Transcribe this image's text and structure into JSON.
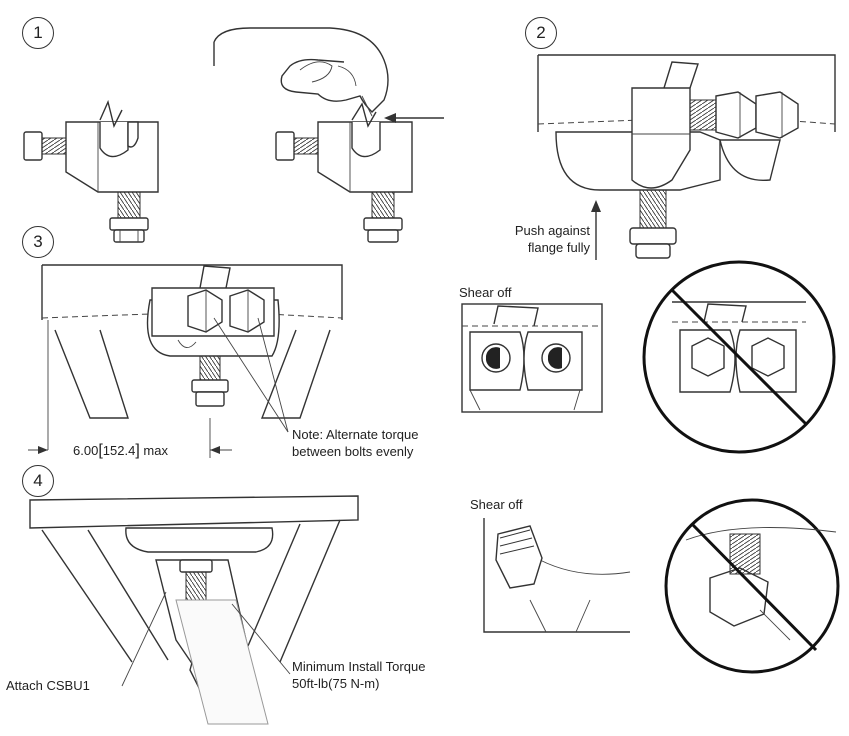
{
  "steps": [
    "1",
    "2",
    "3",
    "4"
  ],
  "labels": {
    "push_against": "Push against\nflange fully",
    "shear_off_top": "Shear off",
    "dimension": "6.00",
    "dimension_metric": "152.4",
    "dimension_suffix": "max",
    "note": "Note: Alternate torque\nbetween bolts evenly",
    "shear_off_bottom": "Shear off",
    "attach": "Attach CSBU1",
    "torque": "Minimum Install Torque\n50ft-lb(75 N-m)"
  },
  "icons": [
    "hand-icon",
    "prohibited-icon",
    "arrow-icon"
  ]
}
